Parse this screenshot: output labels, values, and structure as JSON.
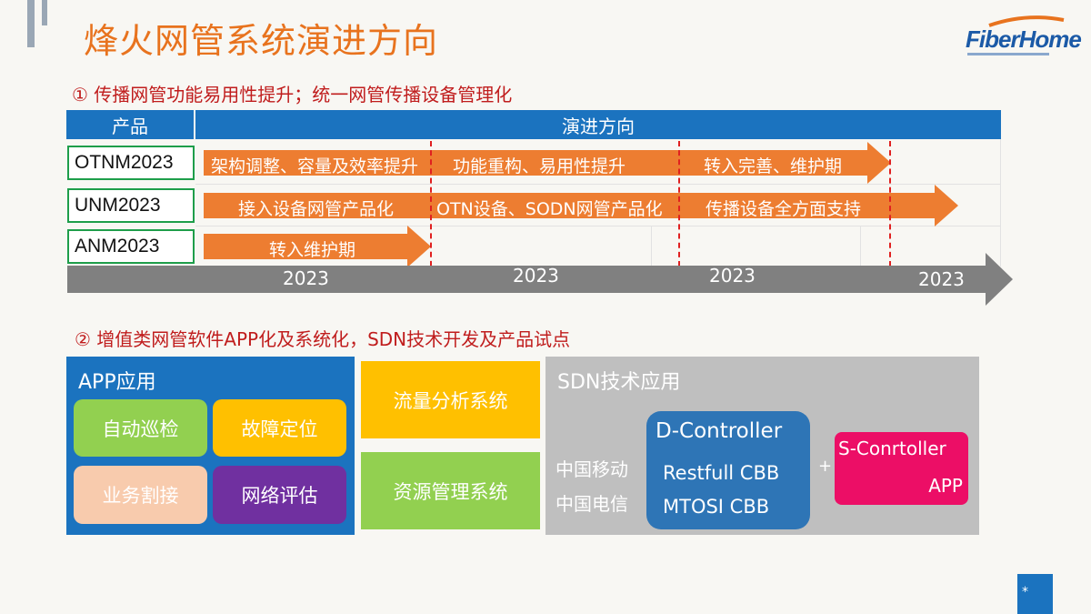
{
  "title": "烽火网管系统演进方向",
  "logo": {
    "brand": "FiberHome"
  },
  "section1": "① 传播网管功能易用性提升；统一网管传播设备管理化",
  "timeline": {
    "header_left": "产品",
    "header_right": "演进方向",
    "products": [
      "OTNM2023",
      "UNM2023",
      "ANM2023"
    ],
    "row1": [
      "架构调整、容量及效率提升",
      "功能重构、易用性提升",
      "转入完善、维护期"
    ],
    "row2": [
      "接入设备网管产品化",
      "OTN设备、SODN网管产品化",
      "传播设备全方面支持"
    ],
    "row3": [
      "转入维护期"
    ],
    "years": [
      "2023",
      "2023",
      "2023",
      "2023"
    ],
    "colors": {
      "header": "#1b73bf",
      "arrow": "#ed7d31",
      "axis": "#808080",
      "dash": "#e02020"
    }
  },
  "section2": "② 增值类网管软件APP化及系统化，SDN技术开发及产品试点",
  "app_panel": {
    "title": "APP应用",
    "tiles": [
      "自动巡检",
      "故障定位",
      "业务割接",
      "网络评估"
    ]
  },
  "middle": [
    "流量分析系统",
    "资源管理系统"
  ],
  "sdn_panel": {
    "title": "SDN技术应用",
    "operators": [
      "中国移动",
      "中国电信"
    ],
    "dc_title": "D-Controller",
    "dc_items": [
      "Restfull CBB",
      "MTOSI CBB"
    ],
    "plus": "+",
    "sc_title": "S-Conrtoller",
    "sc_sub": "APP"
  },
  "page_marker": "*"
}
